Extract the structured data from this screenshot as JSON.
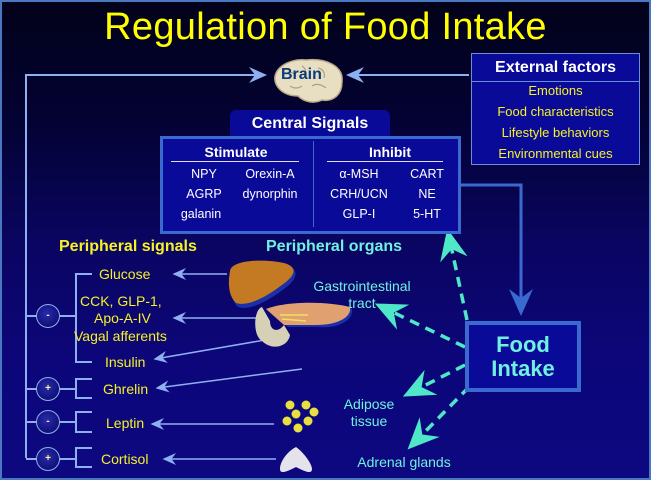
{
  "title": "Regulation of Food Intake",
  "brain": {
    "label": "Brain",
    "icon": "brain-icon"
  },
  "external_factors": {
    "heading": "External factors",
    "items": [
      "Emotions",
      "Food characteristics",
      "Lifestyle behaviors",
      "Environmental cues"
    ]
  },
  "central_signals": {
    "heading": "Central Signals",
    "stimulate": {
      "heading": "Stimulate",
      "items": [
        "NPY",
        "Orexin-A",
        "AGRP",
        "dynorphin",
        "galanin"
      ]
    },
    "inhibit": {
      "heading": "Inhibit",
      "items": [
        "α-MSH",
        "CART",
        "CRH/UCN",
        "NE",
        "GLP-I",
        "5-HT"
      ]
    }
  },
  "food_intake": {
    "line1": "Food",
    "line2": "Intake"
  },
  "peripheral_signals": {
    "heading": "Peripheral signals",
    "items": [
      "Glucose",
      "CCK, GLP-1,",
      "Apo-A-IV",
      "Vagal afferents",
      "Insulin",
      "Ghrelin",
      "Leptin",
      "Cortisol"
    ]
  },
  "feedback_signs": [
    "-",
    "+",
    "-",
    "+"
  ],
  "peripheral_organs": {
    "heading": "Peripheral organs",
    "items": [
      "Gastrointestinal",
      "tract",
      "Adipose",
      "tissue",
      "Adrenal glands"
    ]
  },
  "colors": {
    "title": "#ffff00",
    "signal_text": "#f5f227",
    "organ_text": "#6ff0e0",
    "box_fill": "#0a0a99",
    "box_border": "#3a6ad0",
    "arrow": "#8fb0f0",
    "dashed_arrow": "#4ee8c8"
  }
}
